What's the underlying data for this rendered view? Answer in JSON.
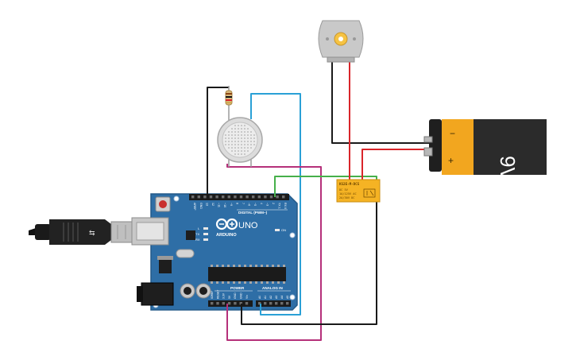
{
  "colors": {
    "board": "#2e6ea6",
    "board_edge": "#245a88",
    "wire_black": "#1a1a1a",
    "wire_red": "#d9252a",
    "wire_blue": "#2aa0d6",
    "wire_green": "#46b04a",
    "wire_magenta": "#b5307a",
    "relay": "#f5b324",
    "battery_body": "#2b2b2b",
    "battery_cap": "#f2a61f"
  },
  "arduino": {
    "brand": "ARDUINO",
    "model": "UNO",
    "digital_label": "DIGITAL (PWM~)",
    "power_label": "POWER",
    "analog_label": "ANALOG IN",
    "top_pins": [
      "AREF",
      "GND",
      "13",
      "12",
      "~11",
      "~10",
      "~9",
      "8",
      "7",
      "~6",
      "~5",
      "4",
      "~3",
      "2",
      "TX 1",
      "RX 0"
    ],
    "power_pins": [
      "IOREF",
      "RESET",
      "3.3V",
      "5V",
      "GND",
      "GND",
      "Vin"
    ],
    "analog_pins": [
      "A0",
      "A1",
      "A2",
      "A3",
      "A4",
      "A5"
    ],
    "led_labels": [
      "L",
      "TX",
      "RX",
      "ON"
    ]
  },
  "relay": {
    "part": "KS2E-M-DC5",
    "line1": "DC 5V",
    "line2": "1A/125V AC",
    "line3": "2A/30V DC"
  },
  "battery": {
    "label": "9V",
    "minus": "−",
    "plus": "+"
  }
}
